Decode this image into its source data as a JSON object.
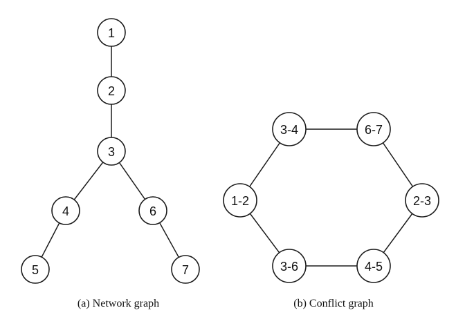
{
  "network_graph": {
    "caption": "(a)  Network graph",
    "nodes": [
      {
        "id": "1",
        "label": "1"
      },
      {
        "id": "2",
        "label": "2"
      },
      {
        "id": "3",
        "label": "3"
      },
      {
        "id": "4",
        "label": "4"
      },
      {
        "id": "5",
        "label": "5"
      },
      {
        "id": "6",
        "label": "6"
      },
      {
        "id": "7",
        "label": "7"
      }
    ],
    "edges": [
      [
        "1",
        "2"
      ],
      [
        "2",
        "3"
      ],
      [
        "3",
        "4"
      ],
      [
        "3",
        "6"
      ],
      [
        "4",
        "5"
      ],
      [
        "6",
        "7"
      ]
    ]
  },
  "conflict_graph": {
    "caption": "(b)  Conflict graph",
    "nodes": [
      {
        "id": "3-4",
        "label": "3-4"
      },
      {
        "id": "6-7",
        "label": "6-7"
      },
      {
        "id": "1-2",
        "label": "1-2"
      },
      {
        "id": "2-3",
        "label": "2-3"
      },
      {
        "id": "3-6",
        "label": "3-6"
      },
      {
        "id": "4-5",
        "label": "4-5"
      }
    ],
    "edges": [
      [
        "3-4",
        "6-7"
      ],
      [
        "6-7",
        "2-3"
      ],
      [
        "2-3",
        "4-5"
      ],
      [
        "4-5",
        "3-6"
      ],
      [
        "3-6",
        "1-2"
      ],
      [
        "1-2",
        "3-4"
      ]
    ]
  }
}
